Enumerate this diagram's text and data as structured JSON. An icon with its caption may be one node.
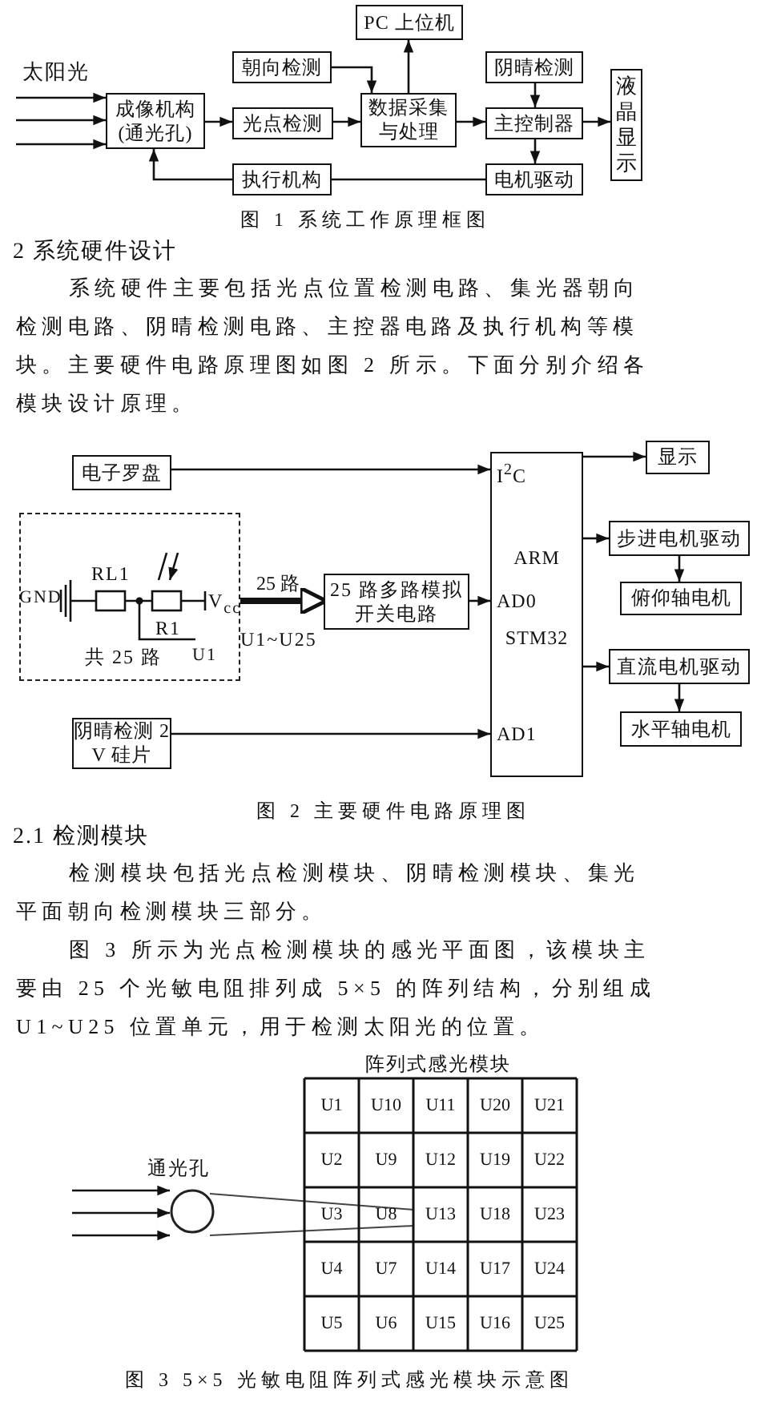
{
  "diagram": {
    "nodes": [
      {
        "text": [
          "成像机构 (通光孔)"
        ]
      },
      {
        "text": [
          "光点检测"
        ]
      },
      {
        "text": [
          "朝向检测"
        ]
      },
      {
        "text": [
          "数据采集与处理"
        ]
      },
      {
        "text": [
          "PC 上位机"
        ]
      },
      {
        "text": [
          "阴晴检测"
        ]
      },
      {
        "text": [
          "主控制器"
        ]
      },
      {
        "text": [
          "电机驱动"
        ]
      },
      {
        "text": [
          "执行机构"
        ]
      },
      {
        "text": [
          "液晶显示"
        ]
      },
      {
        "text": [
          "电子罗盘"
        ]
      },
      {
        "text": [
          "共 25 路"
        ]
      },
      {
        "text": [
          "25 路多路模拟开关电路"
        ]
      },
      {
        "text": [
          "I$^{2}$C",
          "ARM",
          "AD0",
          "STM32",
          "AD1"
        ]
      },
      {
        "text": [
          "阴晴检测 2 V 硅片"
        ]
      },
      {
        "text": [
          "显示"
        ]
      },
      {
        "text": [
          "步进电机驱动"
        ]
      },
      {
        "text": [
          "俯仰轴电机"
        ]
      },
      {
        "text": [
          "直流电机驱动"
        ]
      },
      {
        "text": [
          "水平轴电机"
        ]
      },
      {
        "text": [
          "通光孔"
        ]
      },
      {
        "text": [
          "阵列式感光模块"
        ]
      }
    ],
    "edges": [
      {
        "from": null,
        "to": 0,
        "arrow": "to"
      },
      {
        "from": null,
        "to": 0,
        "arrow": "to"
      },
      {
        "from": null,
        "to": 0,
        "arrow": "to"
      },
      {
        "from": 0,
        "to": 1,
        "arrow": "to"
      },
      {
        "from": 1,
        "to": 3,
        "arrow": "to"
      },
      {
        "from": 2,
        "to": 3,
        "arrow": "to"
      },
      {
        "from": 3,
        "to": 4,
        "arrow": "to"
      },
      {
        "from": 3,
        "to": 6,
        "arrow": "to"
      },
      {
        "from": 5,
        "to": 6,
        "arrow": "to"
      },
      {
        "from": 6,
        "to": 9,
        "arrow": "to"
      },
      {
        "from": 6,
        "to": 7,
        "arrow": "to"
      },
      {
        "from": 7,
        "to": 8,
        "arrow": "none"
      },
      {
        "from": 8,
        "to": 0,
        "arrow": "to"
      },
      {
        "from": 10,
        "to": 13,
        "arrow": "to"
      },
      {
        "from": 11,
        "to": 12,
        "arrow": "to",
        "label": "25 路",
        "style": "thick"
      },
      {
        "from": 12,
        "to": 13,
        "arrow": "to"
      },
      {
        "from": 14,
        "to": 13,
        "arrow": "to"
      },
      {
        "from": 13,
        "to": 15,
        "arrow": "to"
      },
      {
        "from": 13,
        "to": 16,
        "arrow": "to"
      },
      {
        "from": 16,
        "to": 17,
        "arrow": "to"
      },
      {
        "from": 13,
        "to": 18,
        "arrow": "to"
      },
      {
        "from": 18,
        "to": 19,
        "arrow": "to"
      },
      {
        "from": null,
        "to": 20,
        "arrow": "to"
      },
      {
        "from": null,
        "to": 20,
        "arrow": "to"
      },
      {
        "from": null,
        "to": 20,
        "arrow": "to"
      }
    ],
    "labels": [
      "太阳光",
      "图 1 系统工作原理框图",
      "2 系统硬件设计",
      "系统硬件主要包括光点位置检测电路、集光器朝向检测电路、阴晴检测电路、主控器电路及执行机构等模块。主要硬件电路原理图如图 2 所示。下面分别介绍各模块设计原理。",
      "GND",
      "RL1",
      "R1",
      "V$_{cc}$",
      "U1",
      "U1~U25",
      "图 2 主要硬件电路原理图",
      "2.1 检测模块",
      "检测模块包括光点检测模块、阴晴检测模块、集光平面朝向检测模块三部分。",
      "图 3 所示为光点检测模块的感光平面图，该模块主要由 25 个光敏电阻排列成 5×5 的阵列结构，分别组成 U1~U25 位置单元，用于检测太阳光的位置。",
      "U1",
      "U10",
      "U11",
      "U20",
      "U21",
      "U2",
      "U9",
      "U12",
      "U19",
      "U22",
      "U3",
      "U8",
      "U13",
      "U18",
      "U23",
      "U4",
      "U7",
      "U14",
      "U17",
      "U24",
      "U5",
      "U6",
      "U15",
      "U16",
      "U25",
      "图 3 5×5 光敏电阻阵列式感光模块示意图"
    ]
  }
}
